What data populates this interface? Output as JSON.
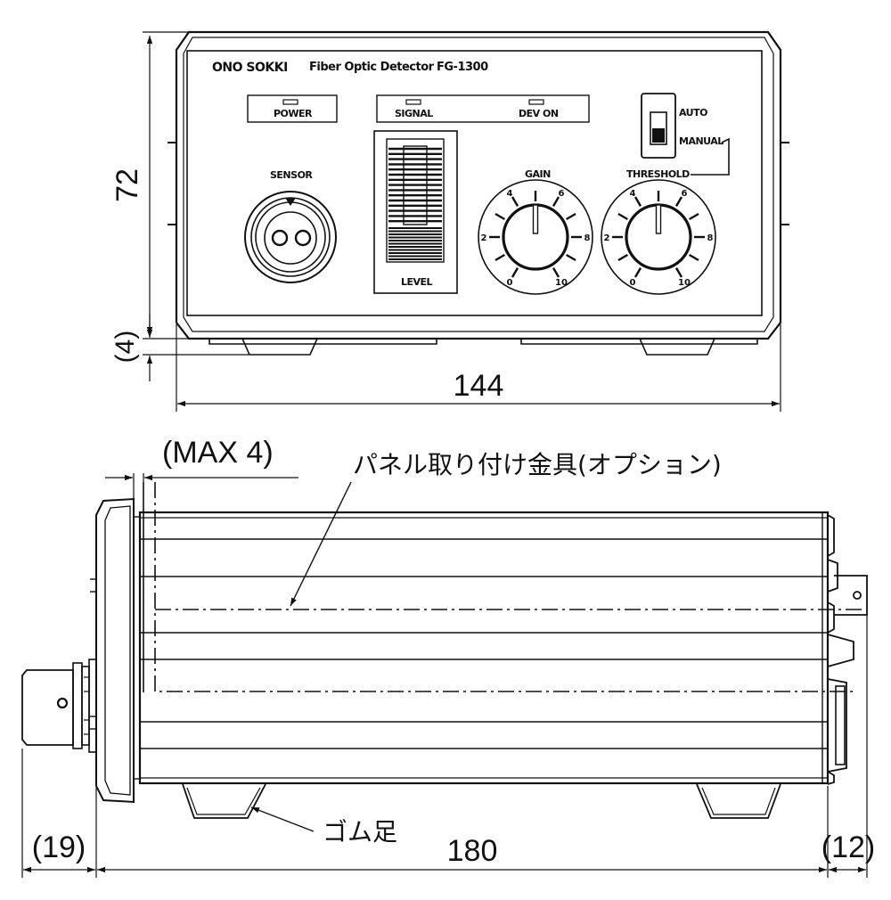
{
  "front_view": {
    "brand": "ONO SOKKI",
    "product_name": "Fiber Optic Detector",
    "model": "FG-1300",
    "indicators": {
      "power": "POWER",
      "signal": "SIGNAL",
      "dev_on": "DEV ON"
    },
    "sensor_label": "SENSOR",
    "level_label": "LEVEL",
    "switch_auto": "AUTO",
    "switch_manual": "MANUAL",
    "threshold_label": "THRESHOLD",
    "gain_label": "GAIN",
    "dial_scale": [
      "0",
      "2",
      "4",
      "6",
      "8",
      "10"
    ]
  },
  "dimensions": {
    "front_height": "72",
    "foot_height": "(4)",
    "front_width": "144",
    "max_protrusion": "(MAX 4)",
    "connector_protrusion": "(19)",
    "body_length": "180",
    "rear_protrusion": "(12)"
  },
  "callouts": {
    "panel_mount_bracket": "パネル取り付け金具(オプション)",
    "rubber_foot": "ゴム足"
  }
}
